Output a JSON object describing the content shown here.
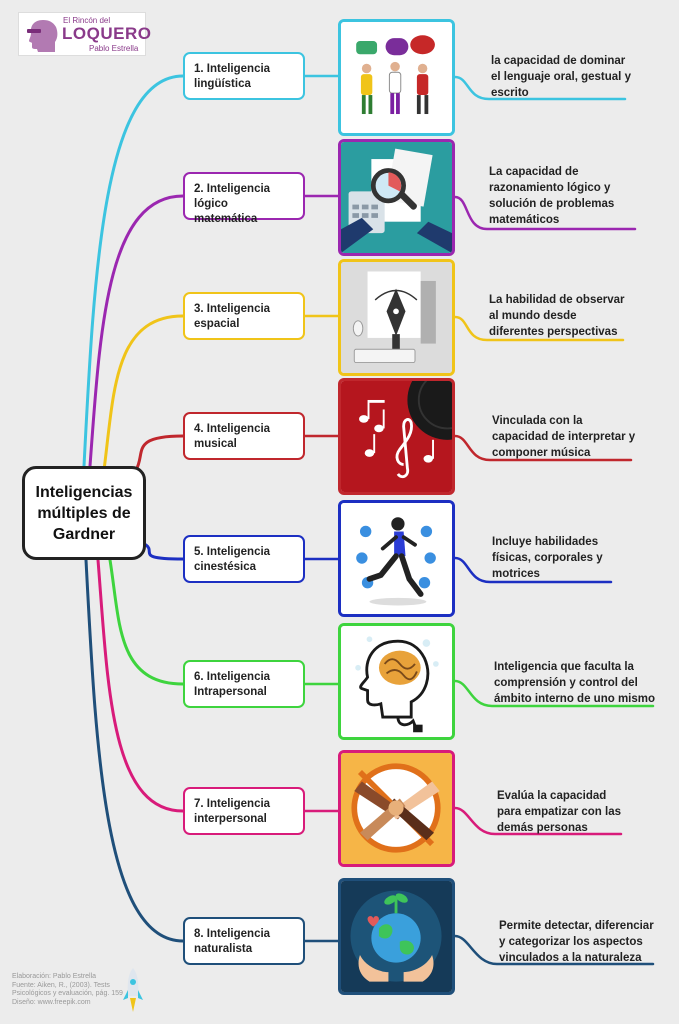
{
  "logo": {
    "line1": "El Rincón del",
    "line2": "LOQUERO",
    "line3": "Pablo Estrella"
  },
  "center_title": "Inteligencias múltiples de Gardner",
  "intelligences": [
    {
      "number": "1.",
      "title": "Inteligencia lingüística",
      "description": "la capacidad de dominar el lenguaje oral, gestual y escrito",
      "color": "#3cc4e0",
      "icon": "people-talking-icon"
    },
    {
      "number": "2.",
      "title": "Inteligencia lógico matemática",
      "description": "La capacidad de razonamiento lógico y solución de problemas matemáticos",
      "color": "#9b27b0",
      "icon": "magnifier-calculator-icon"
    },
    {
      "number": "3.",
      "title": "Inteligencia espacial",
      "description": "La habilidad de observar al mundo desde diferentes perspectivas",
      "color": "#f0c419",
      "icon": "pen-tool-design-icon"
    },
    {
      "number": "4.",
      "title": "Inteligencia musical",
      "description": "Vinculada con la capacidad de interpretar y componer música",
      "color": "#c0272d",
      "icon": "music-notes-icon"
    },
    {
      "number": "5.",
      "title": "Inteligencia cinestésica",
      "description": "Incluye habilidades físicas, corporales y motrices",
      "color": "#1c2fc2",
      "icon": "runner-icon"
    },
    {
      "number": "6.",
      "title": "Inteligencia Intrapersonal",
      "description": "Inteligencia que faculta la comprensión y control del ámbito interno de uno mismo",
      "color": "#3ed43e",
      "icon": "brain-head-icon"
    },
    {
      "number": "7.",
      "title": "Inteligencia interpersonal",
      "description": "Evalúa la capacidad para empatizar con las demás personas",
      "color": "#d81b7a",
      "icon": "joined-hands-icon"
    },
    {
      "number": "8.",
      "title": "Inteligencia naturalista",
      "description": "Permite detectar, diferenciar y categorizar los aspectos vinculados a la naturaleza",
      "color": "#1f4f7a",
      "icon": "earth-plant-hands-icon"
    }
  ],
  "credits": [
    "Elaboración: Pablo Estrella",
    "Fuente: Aiken, R., (2003). Tests",
    "Psicológicos y evaluación, pág. 159",
    "Diseño: www.freepik.com"
  ]
}
